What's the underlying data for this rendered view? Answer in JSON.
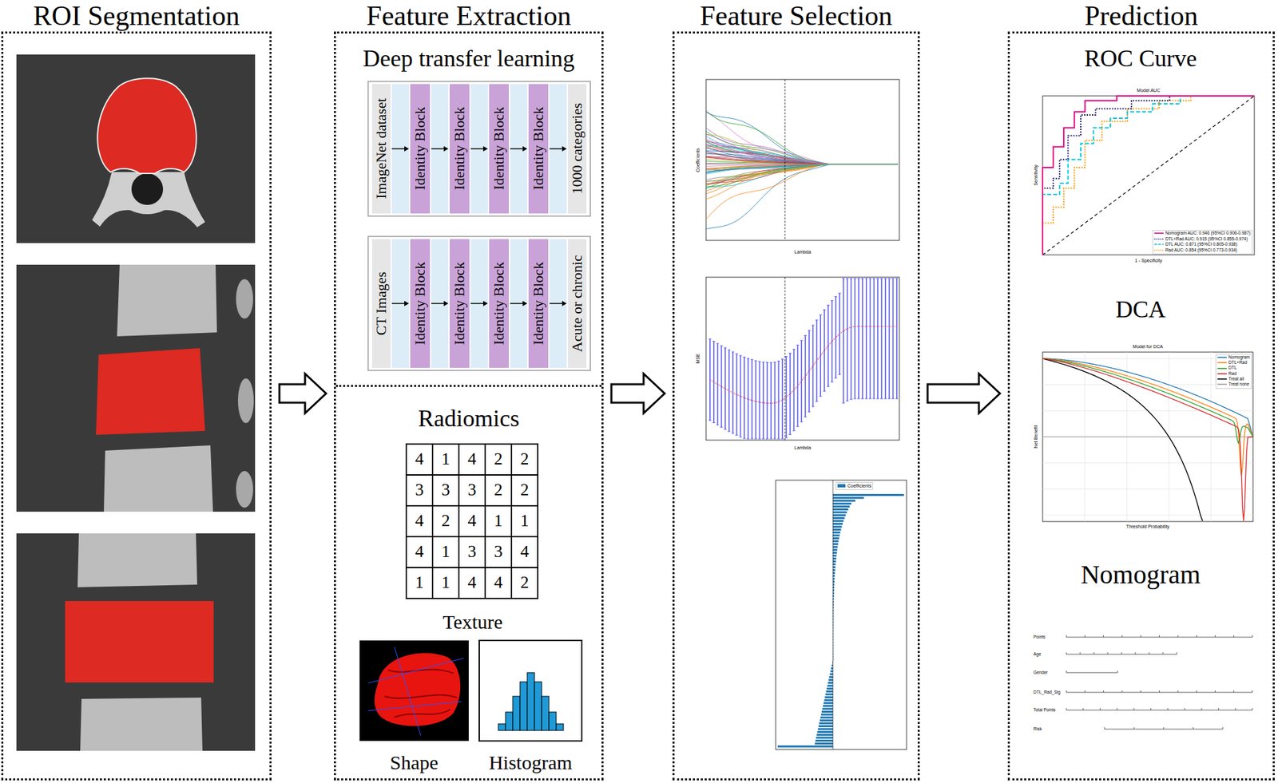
{
  "diagram": {
    "nodes": [
      {
        "text": [
          "ROI Segmentation"
        ]
      },
      {
        "text": [
          "Feature Extraction"
        ]
      },
      {
        "text": [
          "Deep transfer learning"
        ],
        "in": 1
      },
      {
        "text": [
          "ImageNet dataset"
        ],
        "in": 2
      },
      {
        "text": [
          "Identity Block"
        ],
        "in": 2
      },
      {
        "text": [
          "Identity Block"
        ],
        "in": 2
      },
      {
        "text": [
          "Identity Block"
        ],
        "in": 2
      },
      {
        "text": [
          "Identity Block"
        ],
        "in": 2
      },
      {
        "text": [
          "1000 categories"
        ],
        "in": 2
      },
      {
        "text": [
          "CT Images"
        ],
        "in": 2
      },
      {
        "text": [
          "Identity Block"
        ],
        "in": 2
      },
      {
        "text": [
          "Identity Block"
        ],
        "in": 2
      },
      {
        "text": [
          "Identity Block"
        ],
        "in": 2
      },
      {
        "text": [
          "Identity Block"
        ],
        "in": 2
      },
      {
        "text": [
          "Acute or chronic"
        ],
        "in": 2
      },
      {
        "text": [
          "Radiomics"
        ],
        "in": 1
      },
      {
        "text": [
          "Feature Selection"
        ]
      },
      {
        "text": [
          "Prediction"
        ]
      }
    ],
    "edges": [
      {
        "from": 0,
        "to": 1,
        "arrow": "to"
      },
      {
        "from": 1,
        "to": 16,
        "arrow": "to"
      },
      {
        "from": 16,
        "to": 17,
        "arrow": "to"
      },
      {
        "from": 3,
        "to": 4,
        "arrow": "to"
      },
      {
        "from": 4,
        "to": 5,
        "arrow": "to"
      },
      {
        "from": 5,
        "to": 6,
        "arrow": "to"
      },
      {
        "from": 6,
        "to": 7,
        "arrow": "to"
      },
      {
        "from": 7,
        "to": 8,
        "arrow": "to"
      },
      {
        "from": 9,
        "to": 10,
        "arrow": "to"
      },
      {
        "from": 10,
        "to": 11,
        "arrow": "to"
      },
      {
        "from": 11,
        "to": 12,
        "arrow": "to"
      },
      {
        "from": 12,
        "to": 13,
        "arrow": "to"
      },
      {
        "from": 13,
        "to": 14,
        "arrow": "to"
      }
    ],
    "labels": [
      "4",
      "1",
      "4",
      "2",
      "2",
      "3",
      "3",
      "3",
      "2",
      "2",
      "4",
      "2",
      "4",
      "1",
      "1",
      "4",
      "1",
      "3",
      "3",
      "4",
      "1",
      "1",
      "4",
      "4",
      "2",
      "Texture",
      "Shape",
      "Histogram",
      "Lambda",
      "Coefficients",
      "Lambda",
      "MSE",
      "ROC Curve",
      "Model AUC",
      "Sensitivity",
      "1 - Specificity",
      "DCA",
      "Model for DCA",
      "Net Benefit",
      "Threshold Probability",
      "Nomogram",
      "Points",
      "Age",
      "Gender",
      "DTL_Rad_Sig",
      "Total Points",
      "Risk"
    ],
    "legend": [
      {
        "text": "Coefficients",
        "color": "#1f77b4"
      },
      {
        "text": "Nomogram AUC: 0.946 (95%CI 0.906-0.987)"
      },
      {
        "text": "DTL+Rad AUC: 0.915 (95%CI 0.855-0.974)"
      },
      {
        "text": "DTL AUC: 0.871 (95%CI 0.805-0.938)"
      },
      {
        "text": "Rad AUC: 0.854 (95%CI 0.773-0.934)"
      },
      {
        "text": "Nomogram"
      },
      {
        "text": "DTL+Rad"
      },
      {
        "text": "DTL"
      },
      {
        "text": "Rad"
      },
      {
        "text": "Treat all"
      },
      {
        "text": "Treat none"
      }
    ]
  }
}
